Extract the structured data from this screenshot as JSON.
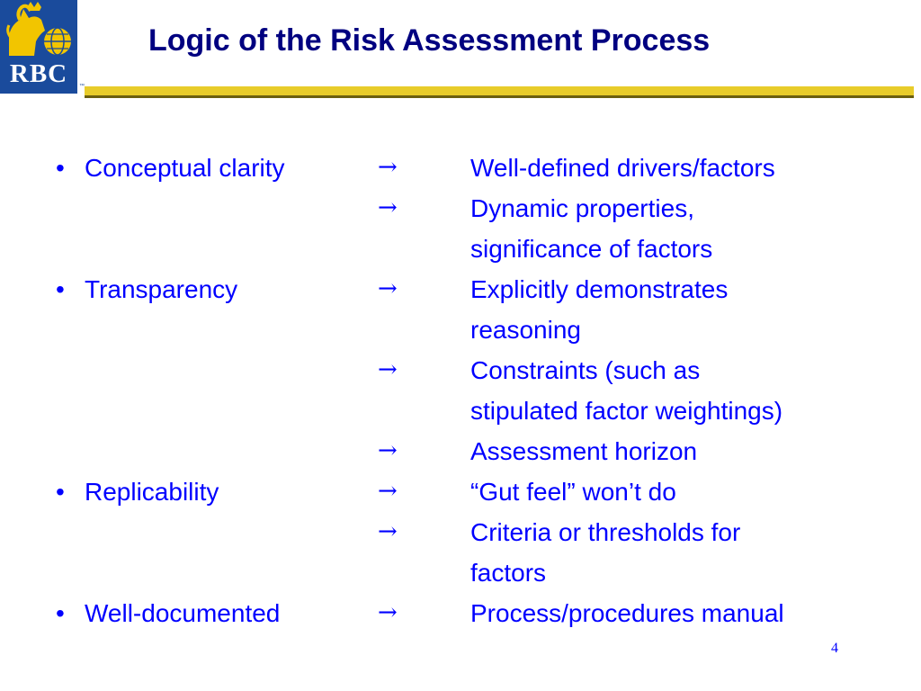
{
  "logo": {
    "text": "RBC",
    "trademark": "™"
  },
  "slide": {
    "title": "Logic of the Risk Assessment Process",
    "page_number": "4"
  },
  "rows": [
    {
      "bullet": "•",
      "term": "Conceptual clarity",
      "arrow": "→",
      "desc": "Well-defined drivers/factors"
    },
    {
      "bullet": "",
      "term": "",
      "arrow": "→",
      "desc": "Dynamic properties,"
    },
    {
      "bullet": "",
      "term": "",
      "arrow": "",
      "desc": "significance of factors"
    },
    {
      "bullet": "•",
      "term": "Transparency",
      "arrow": "→",
      "desc": "Explicitly demonstrates"
    },
    {
      "bullet": "",
      "term": "",
      "arrow": "",
      "desc": "reasoning"
    },
    {
      "bullet": "",
      "term": "",
      "arrow": "→",
      "desc": "Constraints (such as"
    },
    {
      "bullet": "",
      "term": "",
      "arrow": "",
      "desc": "stipulated factor weightings)"
    },
    {
      "bullet": "",
      "term": "",
      "arrow": "→",
      "desc": "Assessment horizon"
    },
    {
      "bullet": "•",
      "term": "Replicability",
      "arrow": "→",
      "desc": "“Gut feel” won’t do"
    },
    {
      "bullet": "",
      "term": "",
      "arrow": "→",
      "desc": "Criteria or thresholds for"
    },
    {
      "bullet": "",
      "term": "",
      "arrow": "",
      "desc": "factors"
    },
    {
      "bullet": "•",
      "term": "Well-documented",
      "arrow": "→",
      "desc": "Process/procedures manual"
    }
  ],
  "colors": {
    "title": "#000080",
    "body_text": "#0000ff",
    "logo_blue": "#1a4b9c",
    "logo_gold": "#f2c500",
    "rule_gold": "#e8cc2a"
  },
  "icons": {
    "logo_emblem": "lion-globe-icon",
    "arrow": "right-arrow-icon"
  }
}
